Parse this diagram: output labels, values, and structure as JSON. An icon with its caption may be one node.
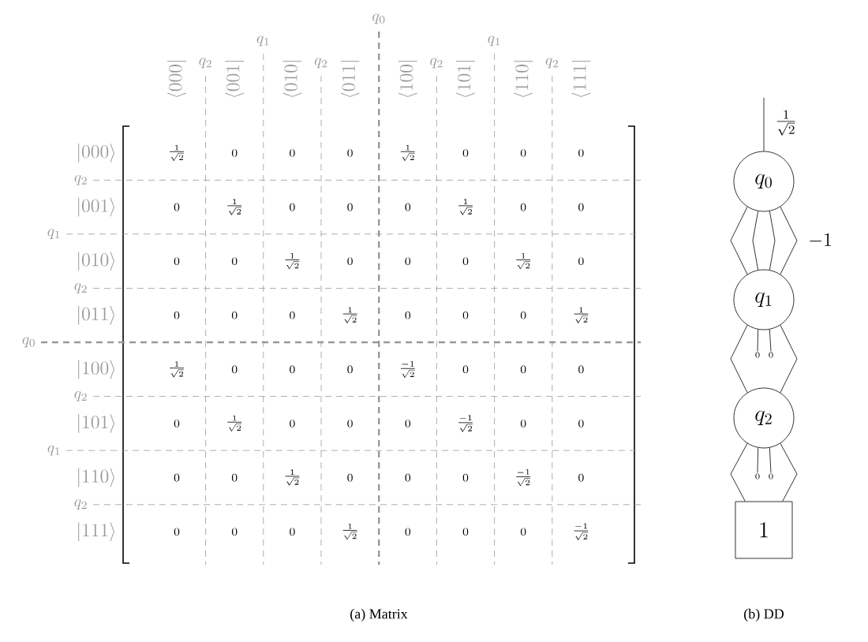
{
  "diagram": {
    "nodes": [
      {
        "text": [
          "q_0"
        ]
      },
      {
        "text": [
          "q_1"
        ]
      },
      {
        "text": [
          "0"
        ]
      },
      {
        "text": [
          "0"
        ]
      },
      {
        "text": [
          "q_2"
        ]
      },
      {
        "text": [
          "0"
        ]
      },
      {
        "text": [
          "0"
        ]
      },
      {
        "text": [
          "1"
        ]
      }
    ],
    "edges": [
      {
        "from": null,
        "to": 0,
        "arrow": "none",
        "label": "\\frac{1}{\\sqrt{2}}"
      },
      {
        "from": 0,
        "to": 1,
        "arrow": "none"
      },
      {
        "from": 0,
        "to": 1,
        "arrow": "none"
      },
      {
        "from": 0,
        "to": 1,
        "arrow": "none"
      },
      {
        "from": 0,
        "to": 1,
        "arrow": "none",
        "label": "-1"
      },
      {
        "from": 1,
        "to": 4,
        "arrow": "none"
      },
      {
        "from": 1,
        "to": 2,
        "arrow": "none"
      },
      {
        "from": 1,
        "to": 3,
        "arrow": "none"
      },
      {
        "from": 1,
        "to": 4,
        "arrow": "none"
      },
      {
        "from": 4,
        "to": 7,
        "arrow": "none"
      },
      {
        "from": 4,
        "to": 5,
        "arrow": "none"
      },
      {
        "from": 4,
        "to": 6,
        "arrow": "none"
      },
      {
        "from": 4,
        "to": 7,
        "arrow": "none"
      }
    ],
    "labels": [
      "q_0",
      "q_1",
      "q_1",
      "q_2",
      "q_2",
      "q_2",
      "q_2",
      "\\langle 000|",
      "\\langle 001|",
      "\\langle 010|",
      "\\langle 011|",
      "\\langle 100|",
      "\\langle 101|",
      "\\langle 110|",
      "\\langle 111|",
      "|000\\rangle",
      "\\frac{1}{\\sqrt{2}}",
      "0",
      "0",
      "0",
      "\\frac{1}{\\sqrt{2}}",
      "0",
      "0",
      "0",
      "q_2",
      "|001\\rangle",
      "0",
      "\\frac{1}{\\sqrt{2}}",
      "0",
      "0",
      "0",
      "\\frac{1}{\\sqrt{2}}",
      "0",
      "0",
      "q_1",
      "|010\\rangle",
      "0",
      "0",
      "\\frac{1}{\\sqrt{2}}",
      "0",
      "0",
      "0",
      "\\frac{1}{\\sqrt{2}}",
      "0",
      "q_2",
      "|011\\rangle",
      "0",
      "0",
      "0",
      "\\frac{1}{\\sqrt{2}}",
      "0",
      "0",
      "0",
      "\\frac{1}{\\sqrt{2}}",
      "q_0",
      "|100\\rangle",
      "\\frac{1}{\\sqrt{2}}",
      "0",
      "0",
      "0",
      "\\frac{-1}{\\sqrt{2}}",
      "0",
      "0",
      "0",
      "q_2",
      "|101\\rangle",
      "0",
      "\\frac{1}{\\sqrt{2}}",
      "0",
      "0",
      "0",
      "\\frac{-1}{\\sqrt{2}}",
      "0",
      "0",
      "q_1",
      "|110\\rangle",
      "0",
      "0",
      "\\frac{1}{\\sqrt{2}}",
      "0",
      "0",
      "0",
      "\\frac{-1}{\\sqrt{2}}",
      "0",
      "q_2",
      "|111\\rangle",
      "0",
      "0",
      "0",
      "\\frac{1}{\\sqrt{2}}",
      "0",
      "0",
      "0",
      "\\frac{-1}{\\sqrt{2}}",
      "(a) Matrix",
      "(b) DD"
    ]
  }
}
